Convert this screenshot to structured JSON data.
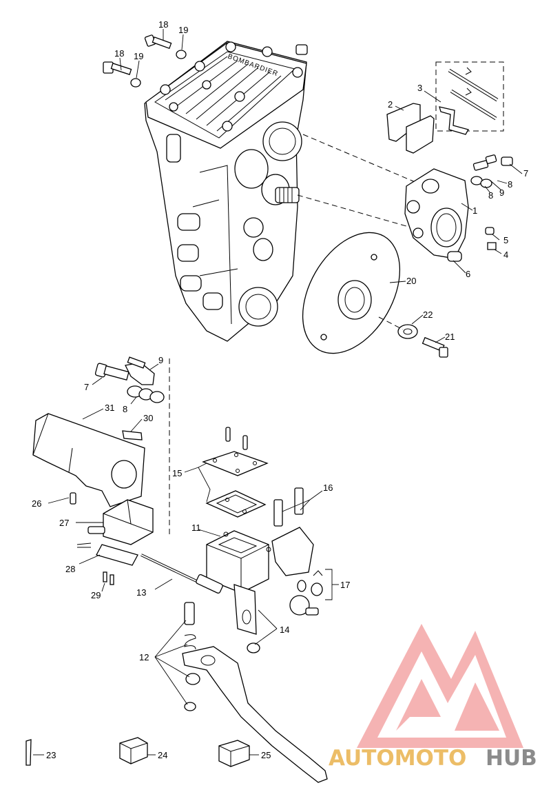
{
  "diagram": {
    "engraved_text": "BOMBARDIER",
    "callouts": [
      {
        "id": "c18a",
        "label": "18"
      },
      {
        "id": "c19a",
        "label": "19"
      },
      {
        "id": "c18b",
        "label": "18"
      },
      {
        "id": "c19b",
        "label": "19"
      },
      {
        "id": "c2",
        "label": "2"
      },
      {
        "id": "c3",
        "label": "3"
      },
      {
        "id": "c7a",
        "label": "7"
      },
      {
        "id": "c8a",
        "label": "8"
      },
      {
        "id": "c8b",
        "label": "8"
      },
      {
        "id": "c9a",
        "label": "9"
      },
      {
        "id": "c1",
        "label": "1"
      },
      {
        "id": "c5",
        "label": "5"
      },
      {
        "id": "c4",
        "label": "4"
      },
      {
        "id": "c6",
        "label": "6"
      },
      {
        "id": "c20",
        "label": "20"
      },
      {
        "id": "c22",
        "label": "22"
      },
      {
        "id": "c21",
        "label": "21"
      },
      {
        "id": "c9b",
        "label": "9"
      },
      {
        "id": "c7b",
        "label": "7"
      },
      {
        "id": "c8c",
        "label": "8"
      },
      {
        "id": "c31",
        "label": "31"
      },
      {
        "id": "c30",
        "label": "30"
      },
      {
        "id": "c15",
        "label": "15"
      },
      {
        "id": "c16",
        "label": "16"
      },
      {
        "id": "c26",
        "label": "26"
      },
      {
        "id": "c27",
        "label": "27"
      },
      {
        "id": "c11",
        "label": "11"
      },
      {
        "id": "c28",
        "label": "28"
      },
      {
        "id": "c29",
        "label": "29"
      },
      {
        "id": "c13",
        "label": "13"
      },
      {
        "id": "c17",
        "label": "17"
      },
      {
        "id": "c14",
        "label": "14"
      },
      {
        "id": "c12",
        "label": "12"
      },
      {
        "id": "c23",
        "label": "23"
      },
      {
        "id": "c24",
        "label": "24"
      },
      {
        "id": "c25",
        "label": "25"
      }
    ]
  },
  "watermark": {
    "text_primary": "AUTOMOTO",
    "text_secondary": "HUB",
    "color_primary": "#e9b24c",
    "color_secondary": "#777777",
    "logo_color": "#f08080"
  }
}
